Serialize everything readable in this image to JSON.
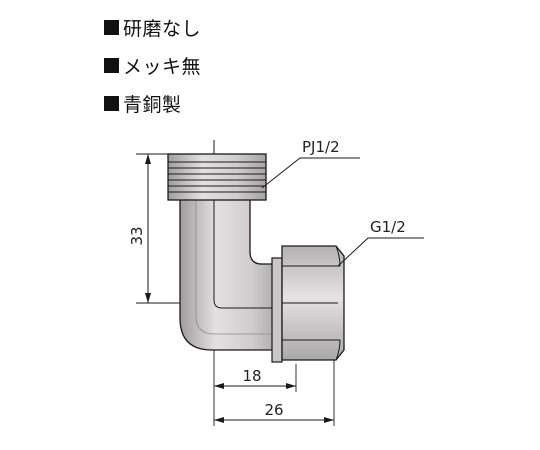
{
  "specs": [
    {
      "label": "研磨なし"
    },
    {
      "label": "メッキ無"
    },
    {
      "label": "青銅製"
    }
  ],
  "callouts": {
    "top_thread": "PJ1/2",
    "side_thread": "G1/2"
  },
  "dimensions": {
    "height": "33",
    "inner_offset": "18",
    "total_width": "26"
  },
  "colors": {
    "body_fill": "#d4d2d2",
    "body_shade": "#a9a7a7",
    "line": "#1a1a1a"
  }
}
